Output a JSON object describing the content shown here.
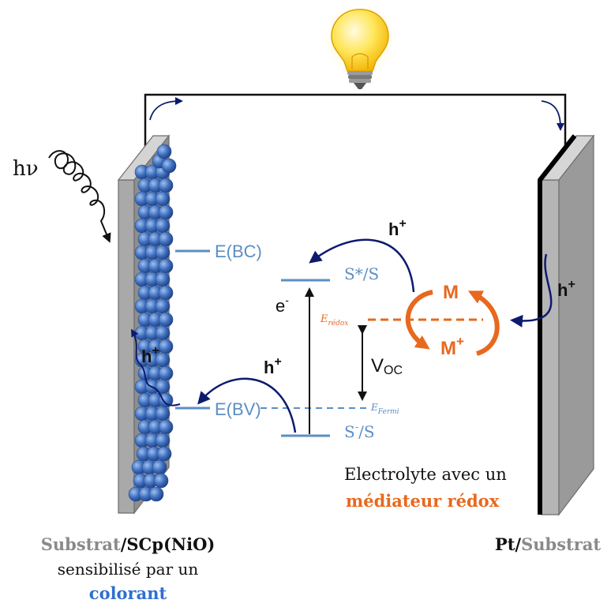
{
  "colors": {
    "blue_level": "#5b8ec4",
    "navy_arrow": "#0d1a6e",
    "orange": "#e8681e",
    "substrate_gray": "#a9a9a9",
    "nanoparticle_blue": "#3e6fbf",
    "colorant_blue": "#2f6fd1"
  },
  "icons": {
    "bulb": "light-bulb-icon",
    "photon": "wavy-photon-icon"
  },
  "labels": {
    "photon": "hν",
    "e_bc": "E(BC)",
    "e_bv": "E(BV)",
    "s_star": "S*/S",
    "s_minus_base": "S",
    "s_minus_sup": "-",
    "s_minus_tail": "/S",
    "e_minus_base": "e",
    "e_minus_sup": "-",
    "h_plus_base": "h",
    "h_plus_sup": "+",
    "e_redox_base": "E",
    "e_redox_sub": "rédox",
    "e_fermi_base": "E",
    "e_fermi_sub": "Fermi",
    "voc_base": "V",
    "voc_sub": "OC",
    "m": "M",
    "m_plus_base": "M",
    "m_plus_sup": "+"
  },
  "captions": {
    "electrolyte_line1": "Electrolyte avec un",
    "electrolyte_line2": "médiateur rédox",
    "left_substrat": "Substrat",
    "left_slash": "/",
    "left_scp": "SCp(NiO)",
    "left_line2": "sensibilisé par un",
    "left_line3": "colorant",
    "right_pt": "Pt",
    "right_slash": "/",
    "right_substrat": "Substrat"
  }
}
